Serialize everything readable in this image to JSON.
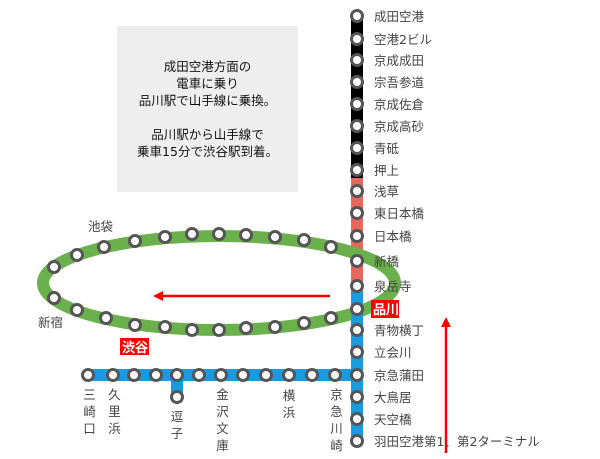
{
  "note": {
    "lines1": [
      "成田空港方面の",
      "電車に乗り",
      "品川駅で山手線に乗換。"
    ],
    "lines2": [
      "品川駅から山手線で",
      "乗車15分で渋谷駅到着。"
    ]
  },
  "colors": {
    "keisei": "#000000",
    "asakusa": "#e8675f",
    "keikyu": "#1a9be0",
    "yamanote": "#6ab04c",
    "highlight": "#ff0000",
    "arrow": "#ff0000",
    "station_stroke": "#555555"
  },
  "main_line_stations": [
    "成田空港",
    "空港2ビル",
    "京成成田",
    "宗吾参道",
    "京成佐倉",
    "京成高砂",
    "青砥",
    "押上",
    "浅草",
    "東日本橋",
    "日本橋",
    "新橋",
    "泉岳寺",
    "品川",
    "青物横丁",
    "立会川",
    "京急蒲田",
    "大鳥居",
    "天空橋",
    "羽田空港第1、第2ターミナル"
  ],
  "highlight_station": "品川",
  "yamanote": {
    "ikebukuro": "池袋",
    "shinjuku": "新宿",
    "shibuya": "渋谷"
  },
  "keikyu_branch": {
    "misakiguchi": "三崎口",
    "kurihama": "久里浜",
    "zushi": "逗子",
    "kanazawabunko": "金沢文庫",
    "yokohama": "横浜",
    "keikyukawasaki": "京急川崎"
  }
}
